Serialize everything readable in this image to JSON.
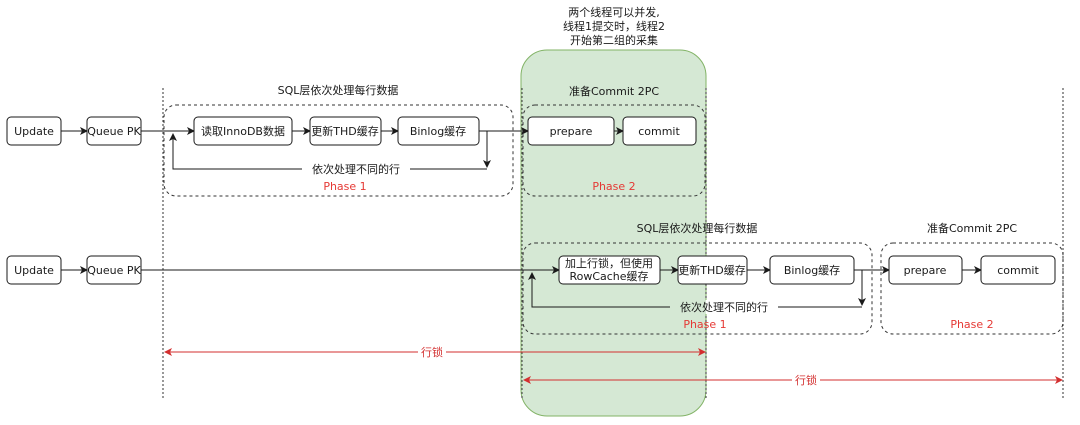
{
  "annotation": {
    "line1": "两个线程可以并发,",
    "line2": "线程1提交时，线程2",
    "line3": "开始第二组的采集"
  },
  "row1": {
    "update": "Update",
    "queue": "Queue PK",
    "phase1_title": "SQL层依次处理每行数据",
    "read": "读取InnoDB数据",
    "thd": "更新THD缓存",
    "binlog": "Binlog缓存",
    "loop_label": "依次处理不同的行",
    "phase1_label": "Phase 1",
    "phase2_title": "准备Commit 2PC",
    "prepare": "prepare",
    "commit": "commit",
    "phase2_label": "Phase 2"
  },
  "row2": {
    "update": "Update",
    "queue": "Queue PK",
    "phase1_title": "SQL层依次处理每行数据",
    "lock_line1": "加上行锁，但使用",
    "lock_line2": "RowCache缓存",
    "thd": "更新THD缓存",
    "binlog": "Binlog缓存",
    "loop_label": "依次处理不同的行",
    "phase1_label": "Phase 1",
    "phase2_title": "准备Commit 2PC",
    "prepare": "prepare",
    "commit": "commit",
    "phase2_label": "Phase 2"
  },
  "locks": {
    "lock1_label": "行锁",
    "lock2_label": "行锁"
  },
  "colors": {
    "highlight_fill": "#d5e8d4",
    "highlight_stroke": "#82b366",
    "phase_text": "#e53935",
    "lock_arrow": "#d32f2f"
  }
}
